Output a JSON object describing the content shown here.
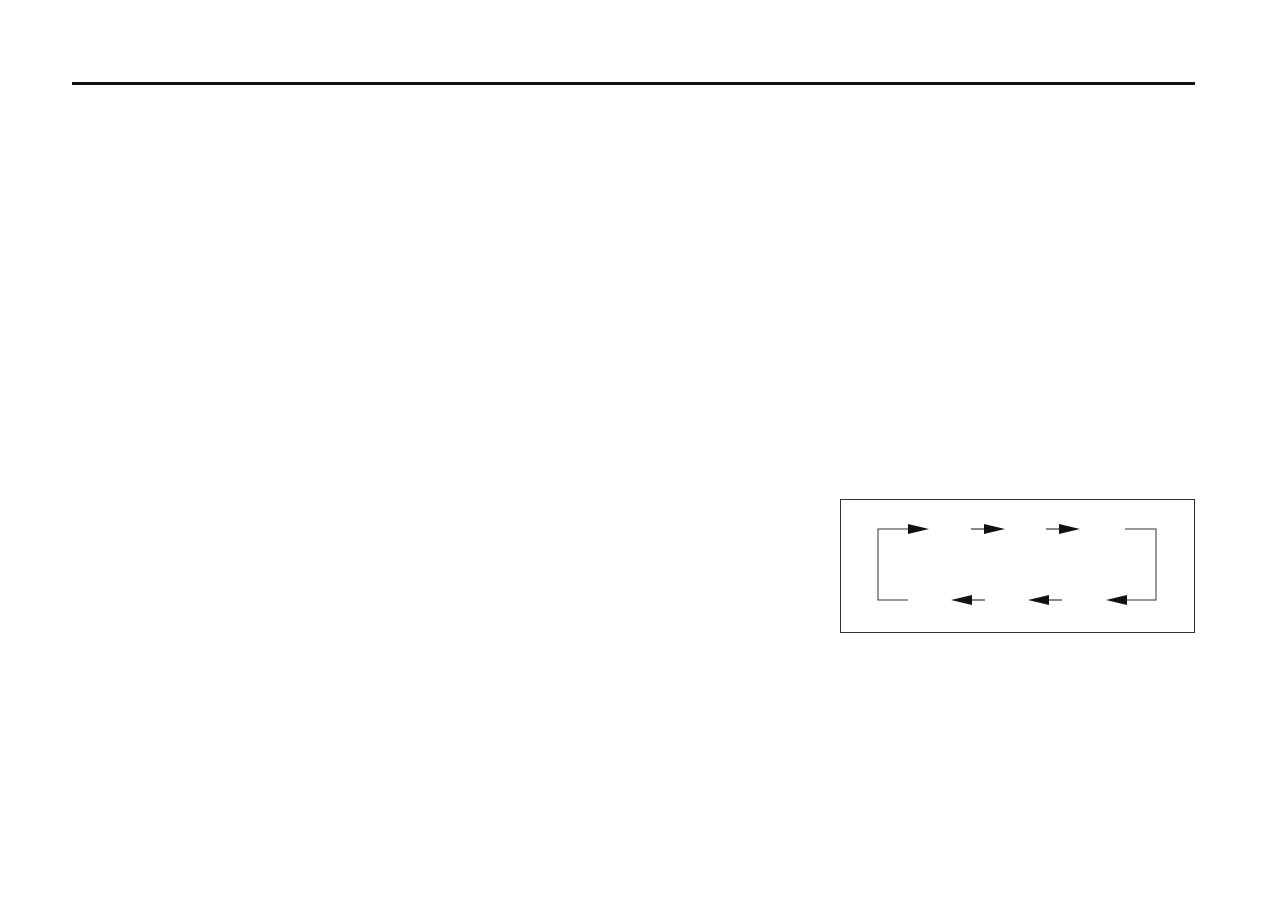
{
  "page": {
    "background_color": "#ffffff"
  },
  "rule": {
    "color": "#111111"
  },
  "diagram": {
    "type": "cycle",
    "frame_color": "#333333",
    "arrow_color": "#111111",
    "top_arrow_direction": "right",
    "bottom_arrow_direction": "left",
    "top_arrow_count": 3,
    "bottom_arrow_count": 3,
    "right_connector_arrow": "down-then-left",
    "left_connector": "up-then-right"
  }
}
